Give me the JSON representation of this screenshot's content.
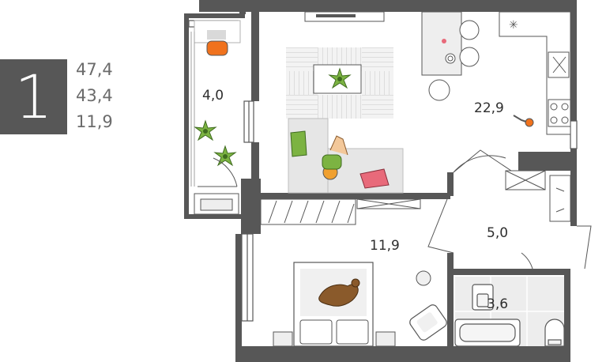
{
  "summary": {
    "room_count": "1",
    "total_area": "47,4",
    "living_area": "43,4",
    "kitchen_area": "11,9"
  },
  "rooms": {
    "balcony": "4,0",
    "living_kitchen": "22,9",
    "bedroom": "11,9",
    "hall": "5,0",
    "bathroom": "3,6"
  },
  "colors": {
    "wall": "#575757",
    "floor_tile": "#ededed",
    "furniture": "#d9d9d9",
    "plant": "#7cb342",
    "accent_orange": "#f0721d",
    "accent_pink": "#e86a7a"
  },
  "icons": [
    "plant-icon",
    "dog-icon",
    "cat-icon",
    "child-icon",
    "chair-icon"
  ]
}
